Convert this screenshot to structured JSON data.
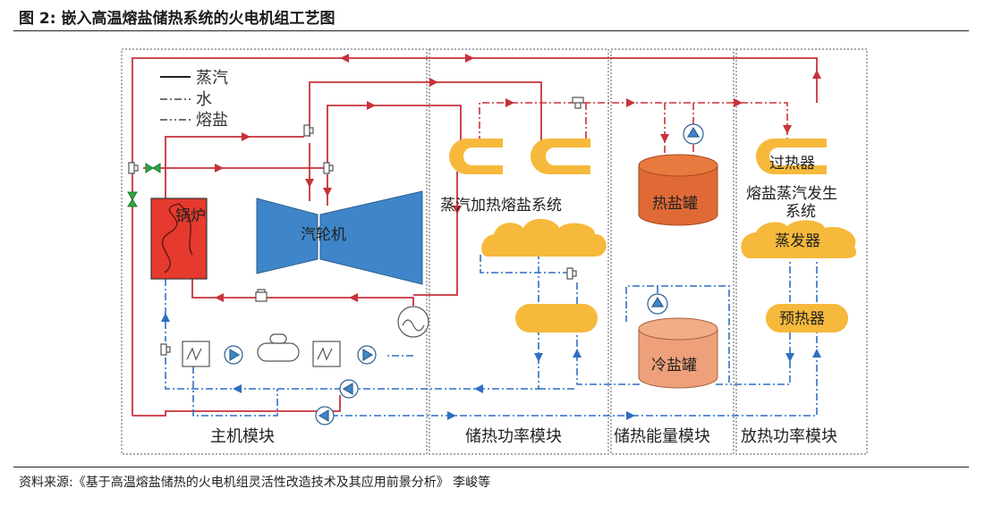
{
  "figure": {
    "title": "图 2:  嵌入高温熔盐储热系统的火电机组工艺图",
    "source": "资料来源:《基于高温熔盐储热的火电机组灵活性改造技术及其应用前景分析》 李峻等"
  },
  "legend": {
    "steam": "蒸汽",
    "water": "水",
    "molten_salt": "熔盐"
  },
  "components": {
    "boiler": "锅炉",
    "turbine": "汽轮机",
    "steam_heating_system": "蒸汽加热熔盐系统",
    "hot_salt_tank": "热盐罐",
    "cold_salt_tank": "冷盐罐",
    "superheater": "过热器",
    "steam_generation_line1": "熔盐蒸汽发生",
    "steam_generation_line2": "系统",
    "evaporator": "蒸发器",
    "preheater": "预热器"
  },
  "modules": {
    "main": "主机模块",
    "charge_power": "储热功率模块",
    "storage_capacity": "储热能量模块",
    "discharge_power": "放热功率模块"
  },
  "colors": {
    "steam_line": "#c8323a",
    "water_line": "#2f6fc0",
    "boiler_fill": "#e63a2e",
    "turbine_fill": "#3e86c9",
    "heat_exchanger_fill": "#f6b93b",
    "hot_tank_fill": "#e06a35",
    "cold_tank_fill": "#eda07a",
    "pump_fill": "#3e86c9",
    "valve_fill": "#2aa845"
  }
}
